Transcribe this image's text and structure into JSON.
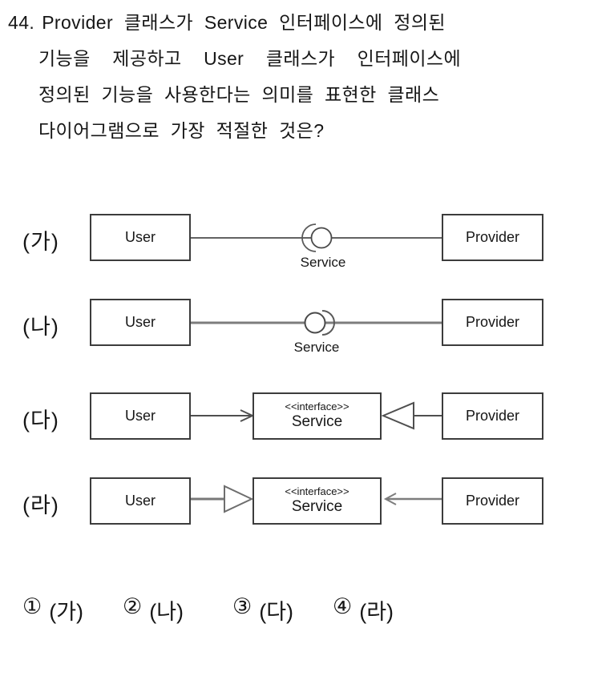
{
  "question": {
    "number": "44.",
    "lines": [
      "Provider 클래스가 Service 인터페이스에 정의된",
      "기능을  제공하고  User  클래스가  인터페이스에",
      "정의된 기능을 사용한다는 의미를 표현한 클래스",
      "다이어그램으로 가장 적절한 것은?"
    ]
  },
  "diagrams": [
    {
      "label": "(가)",
      "left_box": "User",
      "right_box": "Provider",
      "interface_label": "Service",
      "connector": "ball-and-socket, socket arc on user side of ball"
    },
    {
      "label": "(나)",
      "left_box": "User",
      "right_box": "Provider",
      "interface_label": "Service",
      "connector": "ball-and-socket, socket arc on provider side of ball"
    },
    {
      "label": "(다)",
      "left_box": "User",
      "right_box": "Provider",
      "center_box": {
        "stereotype": "<<interface>>",
        "name": "Service"
      },
      "user_to_service": "open arrow pointing to interface",
      "provider_to_service": "hollow triangle (realization) pointing to interface"
    },
    {
      "label": "(라)",
      "left_box": "User",
      "right_box": "Provider",
      "center_box": {
        "stereotype": "<<interface>>",
        "name": "Service"
      },
      "user_to_service": "hollow triangle (realization) pointing to interface",
      "provider_to_service": "open arrow pointing to interface"
    }
  ],
  "choices": [
    {
      "marker": "①",
      "text": "(가)"
    },
    {
      "marker": "②",
      "text": "(나)"
    },
    {
      "marker": "③",
      "text": "(다)"
    },
    {
      "marker": "④",
      "text": "(라)"
    }
  ],
  "colors": {
    "text": "#161616",
    "thin_line": "#2e2e2e",
    "gray_line": "#7d7d7d"
  }
}
